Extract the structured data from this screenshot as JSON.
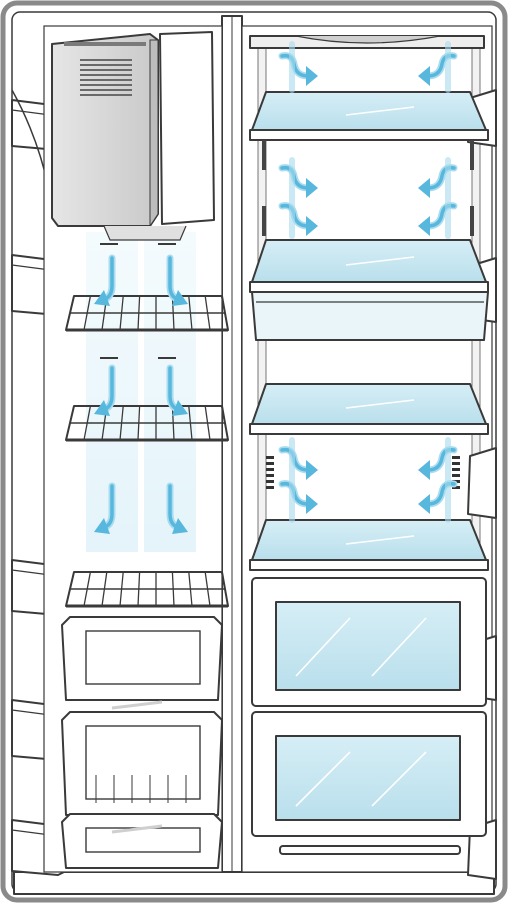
{
  "diagram": {
    "subject": "side-by-side-refrigerator-interior-airflow",
    "colors": {
      "outline": "#3a3a3a",
      "cabinet_fill": "#ffffff",
      "frame_gray": "#8e8e8e",
      "glass_blue": "#c9e6f0",
      "glass_edge": "#e8f5fa",
      "airflow_blue": "#58b7dd",
      "airflow_light": "#a9dcef",
      "ice_maker_fill": "#dcdcdc",
      "ice_maker_dark": "#bdbdbd"
    },
    "icons": {
      "airflow": "curved-arrow-icon",
      "wire_shelf": "wire-rack-icon",
      "glass_shelf": "glass-shelf-icon",
      "vent": "vent-icon"
    },
    "compartments": [
      {
        "id": "freezer",
        "shelf_kind": "wire",
        "shelf_count": 3,
        "basket_count": 2
      },
      {
        "id": "fridge",
        "shelf_kind": "glass",
        "shelf_count": 4,
        "crisper_count": 2
      }
    ]
  }
}
